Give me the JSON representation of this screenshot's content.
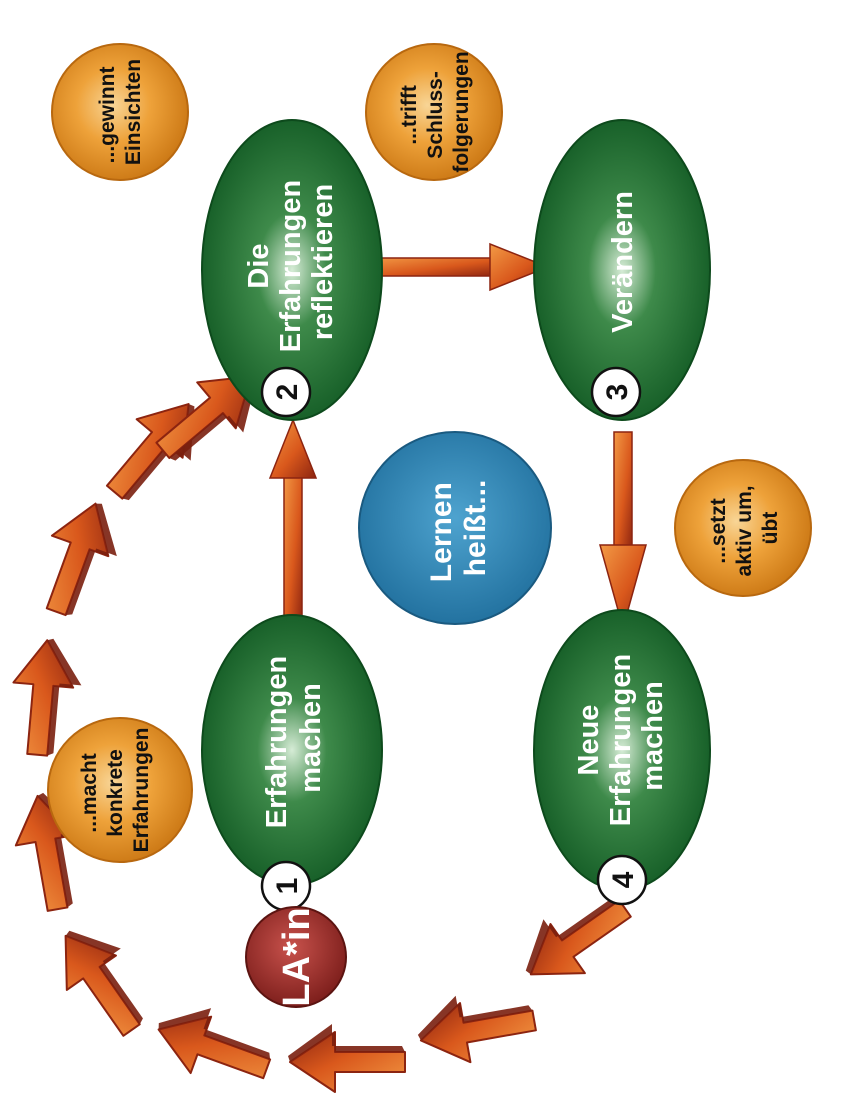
{
  "center": {
    "line1": "Lernen",
    "line2": "heißt..."
  },
  "stages": [
    {
      "number": "1",
      "lines": [
        "Erfahrungen",
        "machen"
      ]
    },
    {
      "number": "2",
      "lines": [
        "Die",
        "Erfahrungen",
        "reflektieren"
      ]
    },
    {
      "number": "3",
      "lines": [
        "Verändern"
      ]
    },
    {
      "number": "4",
      "lines": [
        "Neue",
        "Erfahrungen",
        "machen"
      ]
    }
  ],
  "notes": [
    {
      "lines": [
        "...macht",
        "konkrete",
        "Erfahrungen"
      ]
    },
    {
      "lines": [
        "...gewinnt",
        "Einsichten"
      ]
    },
    {
      "lines": [
        "...trifft",
        "Schluss-",
        "folgerungen"
      ]
    },
    {
      "lines": [
        "...setzt",
        "aktiv um,",
        "übt"
      ]
    }
  ],
  "badge": {
    "label": "LA*in"
  },
  "colors": {
    "stage_green": "#17632a",
    "stage_highlight": "#cfe8cf",
    "note_orange": "#e8931c",
    "note_highlight": "#f7cf8a",
    "center_blue": "#2a7fb0",
    "arrow_orange": "#e8731f",
    "arrow_dark": "#9e2a12",
    "badge_red": "#a3302c"
  }
}
